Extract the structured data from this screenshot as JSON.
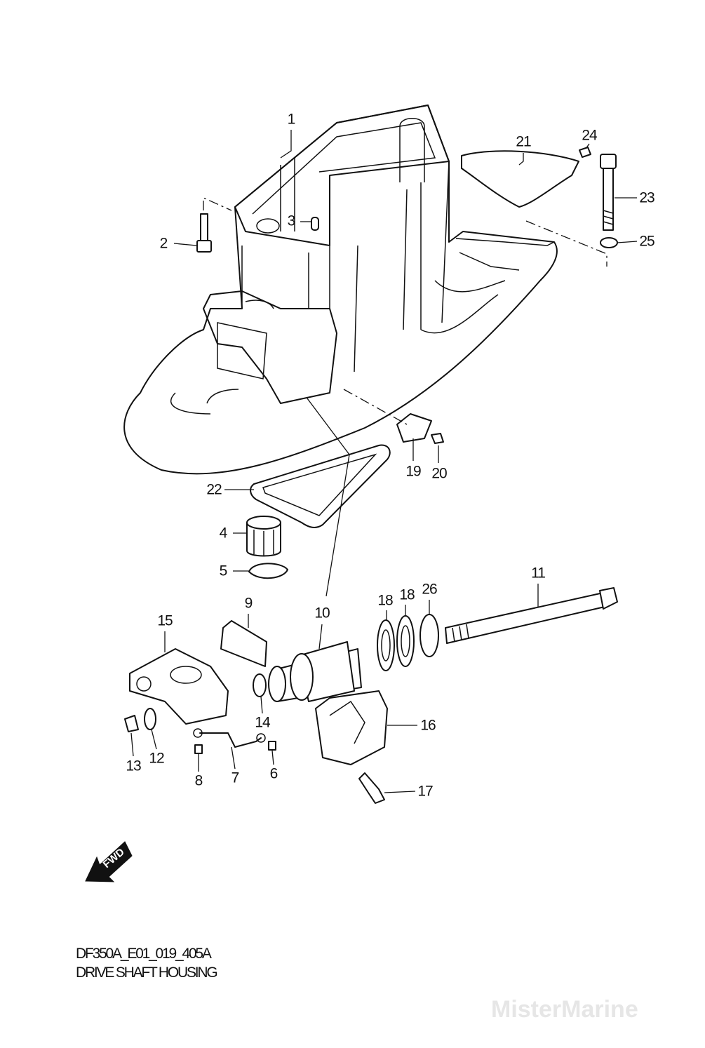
{
  "watermark": "MisterMarine",
  "fwd_label": "FWD",
  "caption": {
    "code": "DF350A_E01_019_405A",
    "title": "DRIVE SHAFT HOUSING"
  },
  "callouts": {
    "c1": "1",
    "c2": "2",
    "c3": "3",
    "c4": "4",
    "c5": "5",
    "c6": "6",
    "c7": "7",
    "c8": "8",
    "c9": "9",
    "c10": "10",
    "c11": "11",
    "c12": "12",
    "c13": "13",
    "c14": "14",
    "c15": "15",
    "c16": "16",
    "c17": "17",
    "c18a": "18",
    "c18b": "18",
    "c19": "19",
    "c20": "20",
    "c21": "21",
    "c22": "22",
    "c23": "23",
    "c24": "24",
    "c25": "25",
    "c26": "26"
  }
}
